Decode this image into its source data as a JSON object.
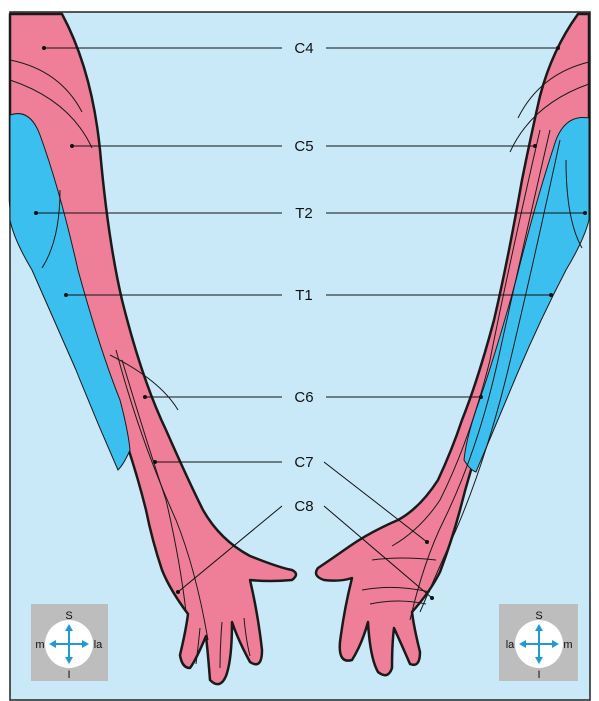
{
  "colors": {
    "background": "#c9e9f8",
    "skin_pink": "#ef7f98",
    "skin_blue": "#3bbfee",
    "outline": "#1a1a1a",
    "compass_box": "#bdbdbd",
    "compass_arrow": "#1e9ad8"
  },
  "labels": {
    "c4": "C4",
    "c5": "C5",
    "t2": "T2",
    "t1": "T1",
    "c6": "C6",
    "c7": "C7",
    "c8": "C8"
  },
  "compass_left": {
    "s": "S",
    "i": "I",
    "left": "m",
    "right": "la"
  },
  "compass_right": {
    "s": "S",
    "i": "I",
    "left": "la",
    "right": "m"
  }
}
